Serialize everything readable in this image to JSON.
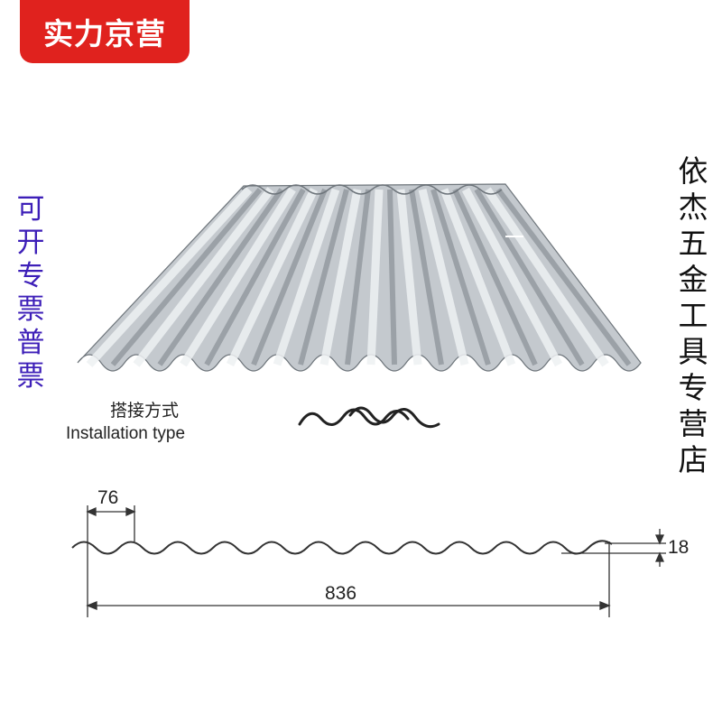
{
  "badge": {
    "text": "实力京营"
  },
  "left_vertical": {
    "text": "可\n开\n专\n票\n普\n票"
  },
  "right_vertical": {
    "text": "依\n杰\n五\n金\n工\n具\n专\n营\n店"
  },
  "installation": {
    "label_cn": "搭接方式",
    "label_en": "Installation type"
  },
  "dimensions": {
    "pitch": "76",
    "total_width": "836",
    "height": "18"
  },
  "colors": {
    "badge_bg": "#e0221e",
    "left_text": "#3d1fb8",
    "metal": "#b8bec4"
  }
}
